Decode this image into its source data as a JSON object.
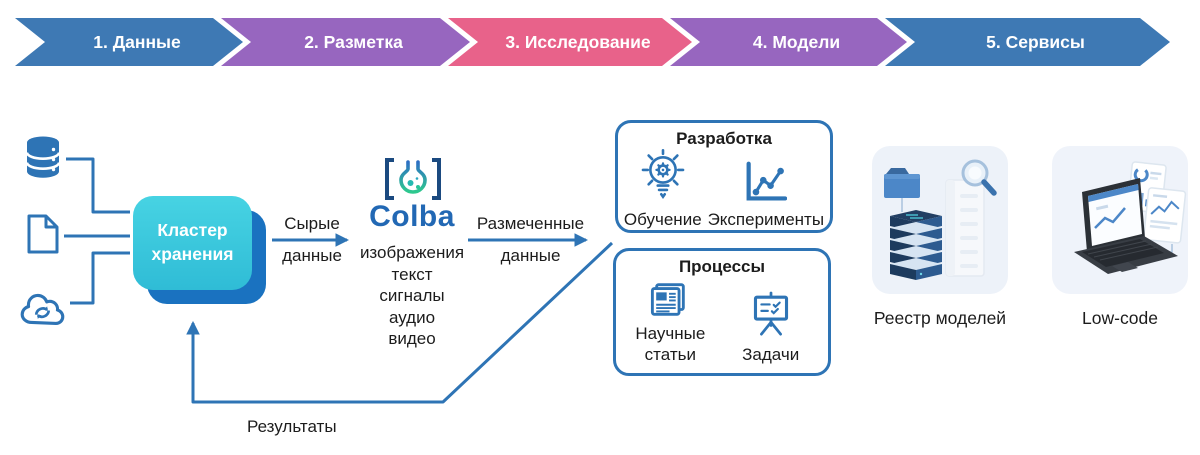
{
  "banner": {
    "stages": [
      {
        "label": "1. Данные",
        "color": "#3e79b4"
      },
      {
        "label": "2. Разметка",
        "color": "#9766bf"
      },
      {
        "label": "3. Исследование",
        "color": "#e8628a"
      },
      {
        "label": "4. Модели",
        "color": "#9766bf"
      },
      {
        "label": "5. Сервисы",
        "color": "#3e79b4"
      }
    ]
  },
  "sources": {
    "icons": [
      "database-icon",
      "document-icon",
      "cloud-sync-icon"
    ]
  },
  "cluster": {
    "line1": "Кластер",
    "line2": "хранения"
  },
  "flow": {
    "raw_top": "Сырые",
    "raw_bottom": "данные",
    "labeled_top": "Размеченные",
    "labeled_bottom": "данные",
    "results": "Результаты"
  },
  "colba": {
    "name": "Colba",
    "logo_icon": "flask-in-brackets-icon",
    "data_types": [
      "изображения",
      "текст",
      "сигналы",
      "аудио",
      "видео"
    ]
  },
  "development": {
    "title": "Разработка",
    "items": [
      {
        "label": "Обучение",
        "icon": "idea-bulb-gear-icon"
      },
      {
        "label": "Эксперименты",
        "icon": "experiments-chart-icon"
      }
    ]
  },
  "processes": {
    "title": "Процессы",
    "items": [
      {
        "label": "Научные статьи",
        "icon": "newspaper-icon"
      },
      {
        "label": "Задачи",
        "icon": "task-board-icon"
      }
    ]
  },
  "registry": {
    "label": "Реестр моделей",
    "icon": "model-registry-servers-illustration"
  },
  "lowcode": {
    "label": "Low-code",
    "icon": "laptop-dashboard-illustration"
  },
  "colors": {
    "line_blue": "#2e74b5",
    "cluster_front": "#3cc9de",
    "cluster_back": "#1a72c0",
    "bracket_navy": "#1b4a80",
    "colba_text": "#2268b4",
    "flask_gradient_top": "#2d6fc4",
    "flask_gradient_bottom": "#2ec98e",
    "panel_bg": "#edf2f9"
  }
}
